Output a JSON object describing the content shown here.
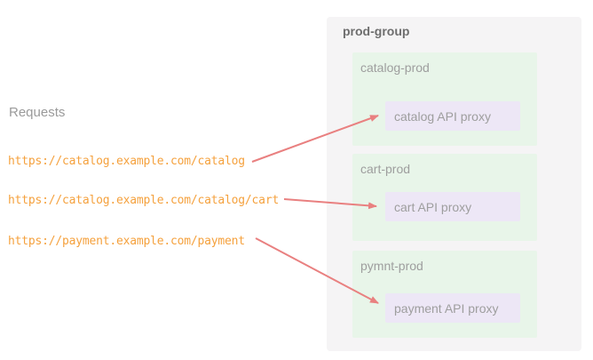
{
  "requests": {
    "heading": "Requests",
    "urls": [
      "https://catalog.example.com/catalog",
      "https://catalog.example.com/catalog/cart",
      "https://payment.example.com/payment"
    ]
  },
  "group": {
    "name": "prod-group",
    "environments": [
      {
        "name": "catalog-prod",
        "proxy": "catalog API proxy"
      },
      {
        "name": "cart-prod",
        "proxy": "cart API proxy"
      },
      {
        "name": "pymnt-prod",
        "proxy": "payment API proxy"
      }
    ]
  },
  "connections": [
    {
      "from": "https://catalog.example.com/catalog",
      "to": "catalog API proxy"
    },
    {
      "from": "https://catalog.example.com/catalog/cart",
      "to": "cart API proxy"
    },
    {
      "from": "https://payment.example.com/payment",
      "to": "payment API proxy"
    }
  ],
  "colors": {
    "url_text": "#f5a13d",
    "arrow": "#e98080",
    "panel_bg": "#f5f4f5",
    "environment_bg": "#e8f5e9",
    "proxy_bg": "#ede7f6",
    "group_title_text": "#6e6e6e",
    "label_text": "#9e9e9e"
  }
}
